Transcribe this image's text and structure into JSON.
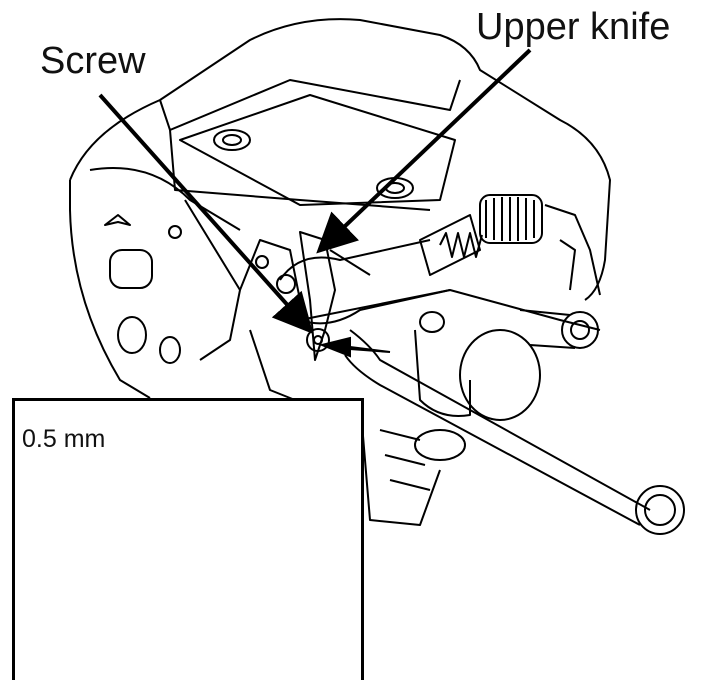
{
  "labels": {
    "screw": "Screw",
    "upper_knife": "Upper knife",
    "gap": "0.5 mm"
  },
  "colors": {
    "line": "#000000",
    "background": "#ffffff"
  }
}
